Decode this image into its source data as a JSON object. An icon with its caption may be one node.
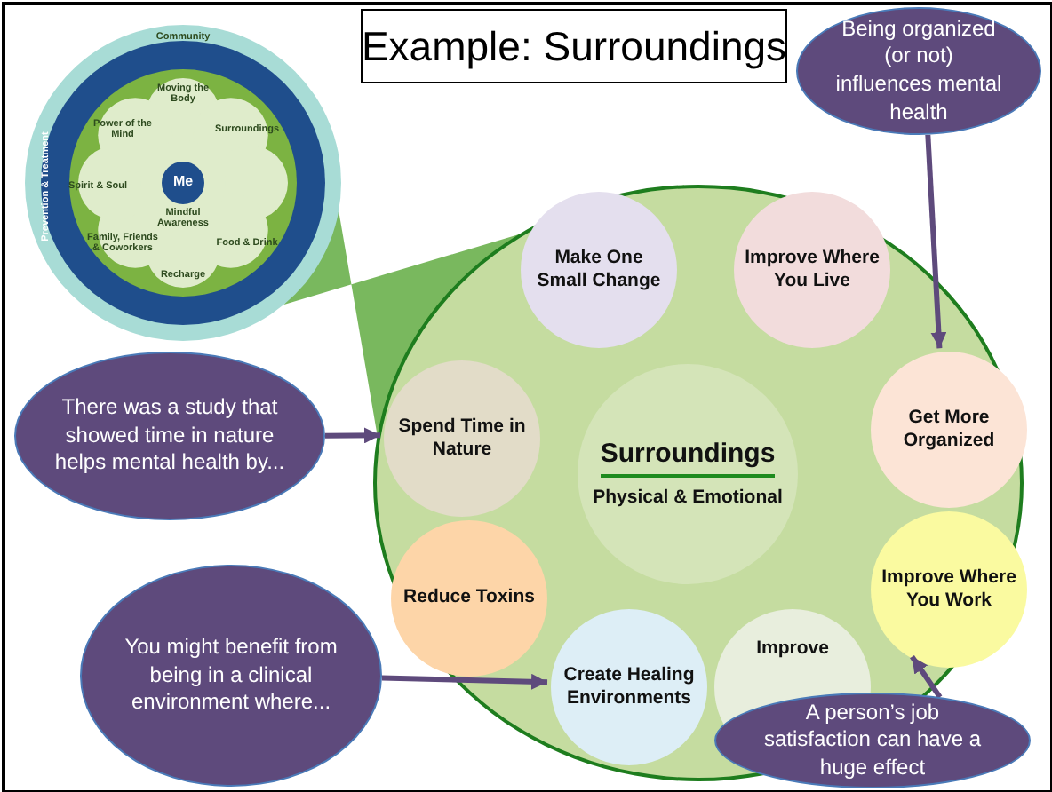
{
  "diagram": {
    "title": "Example: Surroundings",
    "nodes": [
      {
        "text": [
          "Community",
          "Moving the Body",
          "Power of the Mind",
          "Surroundings",
          "Prevention & Treatment",
          "Spirit & Soul",
          "Me",
          "Mindful Awareness",
          "Family, Friends & Coworkers",
          "Food & Drink",
          "Recharge"
        ]
      },
      {
        "text": [],
        "shape": "circle"
      },
      {
        "text": [
          "Surroundings",
          "Physical & Emotional"
        ],
        "in": 1
      },
      {
        "text": [
          "Make One Small Change"
        ],
        "in": 1
      },
      {
        "text": [
          "Improve Where You Live"
        ],
        "in": 1
      },
      {
        "text": [
          "Spend Time in Nature"
        ],
        "in": 1
      },
      {
        "text": [
          "Get More Organized"
        ],
        "in": 1
      },
      {
        "text": [
          "Reduce Toxins"
        ],
        "in": 1
      },
      {
        "text": [
          "Improve Where You Work"
        ],
        "in": 1
      },
      {
        "text": [
          "Create Healing Environments"
        ],
        "in": 1
      },
      {
        "text": [
          "Improve"
        ],
        "in": 1
      },
      {
        "text": [
          "Being organized (or not) influences mental health"
        ]
      },
      {
        "text": [
          "There was a study that showed time in nature helps mental health by..."
        ]
      },
      {
        "text": [
          "You might benefit from being in a clinical environment where..."
        ]
      },
      {
        "text": [
          "A person’s job satisfaction can have a huge effect"
        ]
      }
    ],
    "edges": [
      {
        "from": 0,
        "to": 1,
        "arrow": "none",
        "style": "thick",
        "color": "#6ab04c"
      },
      {
        "from": 11,
        "to": 6,
        "arrow": "to"
      },
      {
        "from": 12,
        "to": 5,
        "arrow": "to"
      },
      {
        "from": 13,
        "to": 9,
        "arrow": "to"
      },
      {
        "from": 14,
        "to": 8,
        "arrow": "to"
      }
    ]
  }
}
